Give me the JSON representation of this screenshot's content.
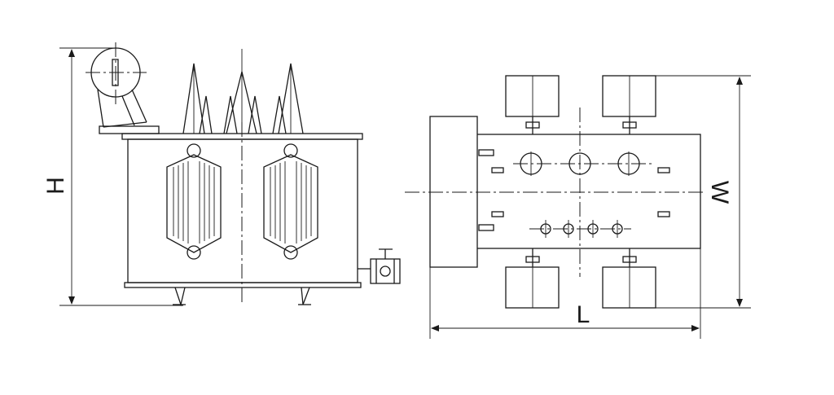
{
  "dimensions": {
    "height_label": "H",
    "width_label": "W",
    "length_label": "L"
  },
  "colors": {
    "line": "#1a1a1a",
    "background": "#ffffff"
  }
}
